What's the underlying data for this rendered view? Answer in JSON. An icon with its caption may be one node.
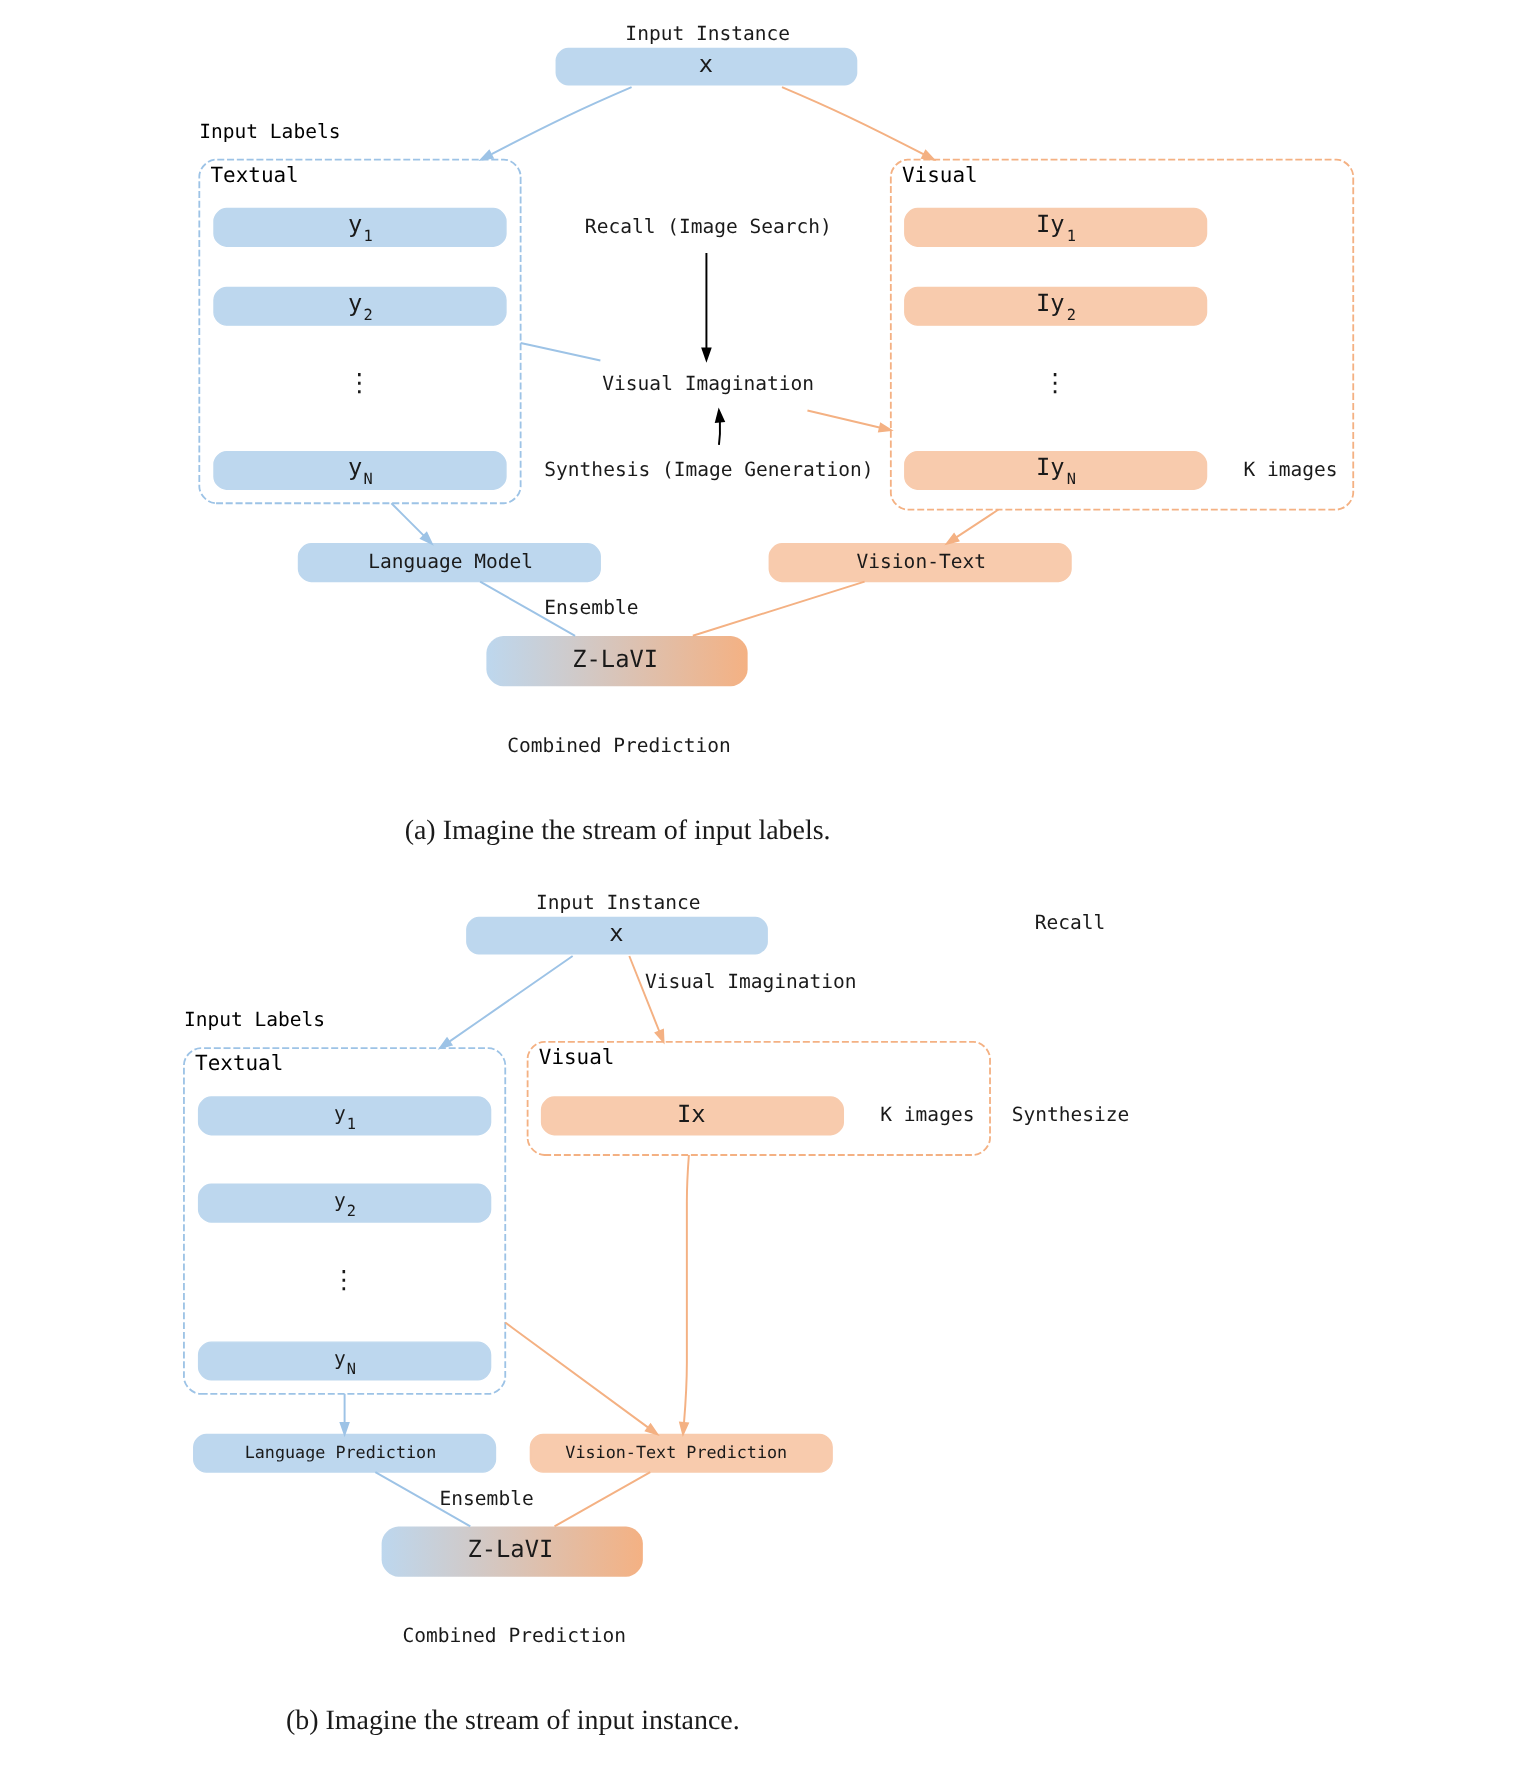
{
  "diagram": {
    "nodes": [
      {
        "text": [
          "Input Instance",
          "x"
        ]
      },
      {
        "text": [
          "Textual"
        ],
        "beside": [
          "Input Labels"
        ]
      },
      {
        "text": [
          "y$_{1}$"
        ],
        "in": 1
      },
      {
        "text": [
          "y$_{2}$"
        ],
        "in": 1
      },
      {
        "text": [
          "y$_{N}$"
        ],
        "in": 1
      },
      {
        "text": [
          "Language Model"
        ]
      },
      {
        "text": [
          "Recall (Image Search)"
        ]
      },
      {
        "text": [
          "Visual Imagination"
        ]
      },
      {
        "text": [
          "Synthesis (Image Generation)"
        ]
      },
      {
        "text": [
          "Visual"
        ]
      },
      {
        "text": [
          "Iy$_{1}$"
        ],
        "in": 9
      },
      {
        "text": [
          "Iy$_{2}$"
        ],
        "in": 9
      },
      {
        "text": [
          "Iy$_{N}$"
        ],
        "in": 9,
        "beside": [
          "K images"
        ]
      },
      {
        "text": [
          "Vision-Text"
        ]
      },
      {
        "text": [
          "Z-LaVI"
        ],
        "beside": [
          "Combined Prediction"
        ]
      },
      {
        "text": [
          "Input Instance",
          "x"
        ]
      },
      {
        "text": [
          "Textual"
        ],
        "beside": [
          "Input Labels"
        ]
      },
      {
        "text": [
          "y$_{1}$"
        ],
        "in": 16
      },
      {
        "text": [
          "y$_{2}$"
        ],
        "in": 16
      },
      {
        "text": [
          "y$_{N}$"
        ],
        "in": 16
      },
      {
        "text": [
          "Language Prediction"
        ]
      },
      {
        "text": [
          "Visual"
        ]
      },
      {
        "text": [
          "Ix"
        ],
        "in": 21,
        "beside": [
          "K images"
        ]
      },
      {
        "text": [
          "Vision-Text Prediction"
        ]
      },
      {
        "text": [
          "Z-LaVI"
        ],
        "beside": [
          "Combined Prediction"
        ]
      }
    ],
    "edges": [
      {
        "from": 0,
        "to": 1,
        "arrow": "to",
        "color": "#9dc3e6"
      },
      {
        "from": 0,
        "to": 9,
        "arrow": "to",
        "color": "#f4b183"
      },
      {
        "from": 1,
        "to": 7,
        "arrow": "none",
        "color": "#9dc3e6"
      },
      {
        "from": 7,
        "to": 9,
        "arrow": "to",
        "color": "#f4b183"
      },
      {
        "from": 6,
        "to": 7,
        "arrow": "to",
        "color": "#000000"
      },
      {
        "from": 8,
        "to": 7,
        "arrow": "to",
        "color": "#000000"
      },
      {
        "from": 1,
        "to": 5,
        "arrow": "to",
        "color": "#9dc3e6"
      },
      {
        "from": 9,
        "to": 13,
        "arrow": "to",
        "color": "#f4b183"
      },
      {
        "from": 5,
        "to": 14,
        "arrow": "none",
        "label": "Ensemble",
        "color": "#9dc3e6"
      },
      {
        "from": 13,
        "to": 14,
        "arrow": "none",
        "color": "#f4b183"
      },
      {
        "from": 15,
        "to": 16,
        "arrow": "to",
        "color": "#9dc3e6"
      },
      {
        "from": 16,
        "to": 20,
        "arrow": "to",
        "color": "#9dc3e6"
      },
      {
        "from": 15,
        "to": 21,
        "arrow": "to",
        "label": "Visual Imagination",
        "color": "#f4b183"
      },
      {
        "from": 16,
        "to": 23,
        "arrow": "to",
        "color": "#f4b183"
      },
      {
        "from": 21,
        "to": 23,
        "arrow": "to",
        "color": "#f4b183"
      },
      {
        "from": 20,
        "to": 24,
        "arrow": "none",
        "label": "Ensemble",
        "color": "#9dc3e6"
      },
      {
        "from": 23,
        "to": 24,
        "arrow": "none",
        "color": "#f4b183"
      }
    ],
    "labels": [
      "⋮",
      "⋮",
      "(a) Imagine the stream of input labels.",
      "Recall",
      "Synthesize",
      "⋮",
      "(b) Imagine the stream of input instance."
    ]
  }
}
